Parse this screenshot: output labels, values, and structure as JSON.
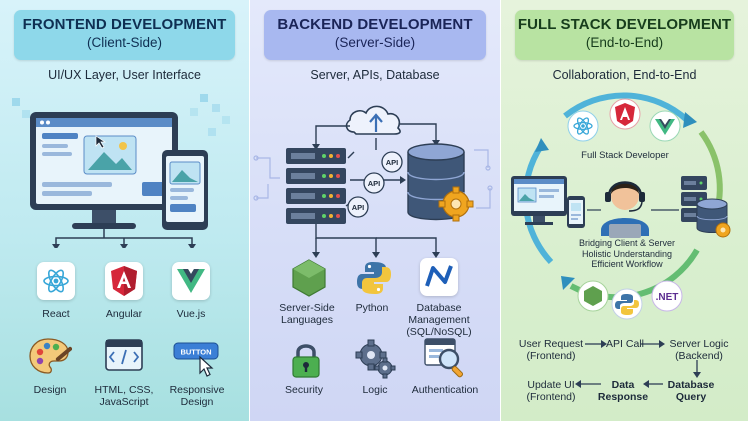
{
  "frontend": {
    "title": "FRONTEND DEVELOPMENT",
    "subtitle": "(Client-Side)",
    "tagline": "UI/UX Layer, User Interface",
    "tech": [
      {
        "label": "React",
        "icon": "react-icon"
      },
      {
        "label": "Angular",
        "icon": "angular-icon"
      },
      {
        "label": "Vue.js",
        "icon": "vue-icon"
      }
    ],
    "skills": [
      {
        "label": "Design",
        "icon": "palette-icon"
      },
      {
        "label": "HTML, CSS, JavaScript",
        "icon": "code-window-icon"
      },
      {
        "label": "Responsive Design",
        "icon": "button-click-icon",
        "button_text": "BUTTON"
      }
    ]
  },
  "backend": {
    "title": "BACKEND DEVELOPMENT",
    "subtitle": "(Server-Side)",
    "tagline": "Server, APIs, Database",
    "api_labels": [
      "API",
      "API",
      "API"
    ],
    "tech": [
      {
        "label": "Server-Side Languages",
        "icon": "nodejs-icon"
      },
      {
        "label": "Python",
        "icon": "python-icon"
      },
      {
        "label": "Database Management (SQL/NoSQL)",
        "icon": "database-n-icon"
      }
    ],
    "skills": [
      {
        "label": "Security",
        "icon": "padlock-icon"
      },
      {
        "label": "Logic",
        "icon": "gears-icon"
      },
      {
        "label": "Authentication",
        "icon": "magnifier-icon"
      }
    ]
  },
  "fullstack": {
    "title": "FULL STACK DEVELOPMENT",
    "subtitle": "(End-to-End)",
    "tagline": "Collaboration, End-to-End",
    "center_title": "Full Stack Developer",
    "center_caption": "Bridging Client & Server Holistic Understanding Efficient Workflow",
    "net_label": ".NET",
    "flow": {
      "user_request": "User Request (Frontend)",
      "api_call": "API Call",
      "server_logic": "Server Logic (Backend)",
      "update_ui": "Update UI (Frontend)",
      "data_response": "Data Response",
      "database_query": "Database Query"
    }
  },
  "colors": {
    "frontend_header": "#8ed8ea",
    "backend_header": "#a8b8f0",
    "fullstack_header": "#b8e3a2",
    "react": "#38a7d8",
    "angular": "#d6273a",
    "vue": "#41b883",
    "node": "#5fa04e",
    "python_blue": "#3d74a8",
    "python_yellow": "#f2c53d"
  }
}
